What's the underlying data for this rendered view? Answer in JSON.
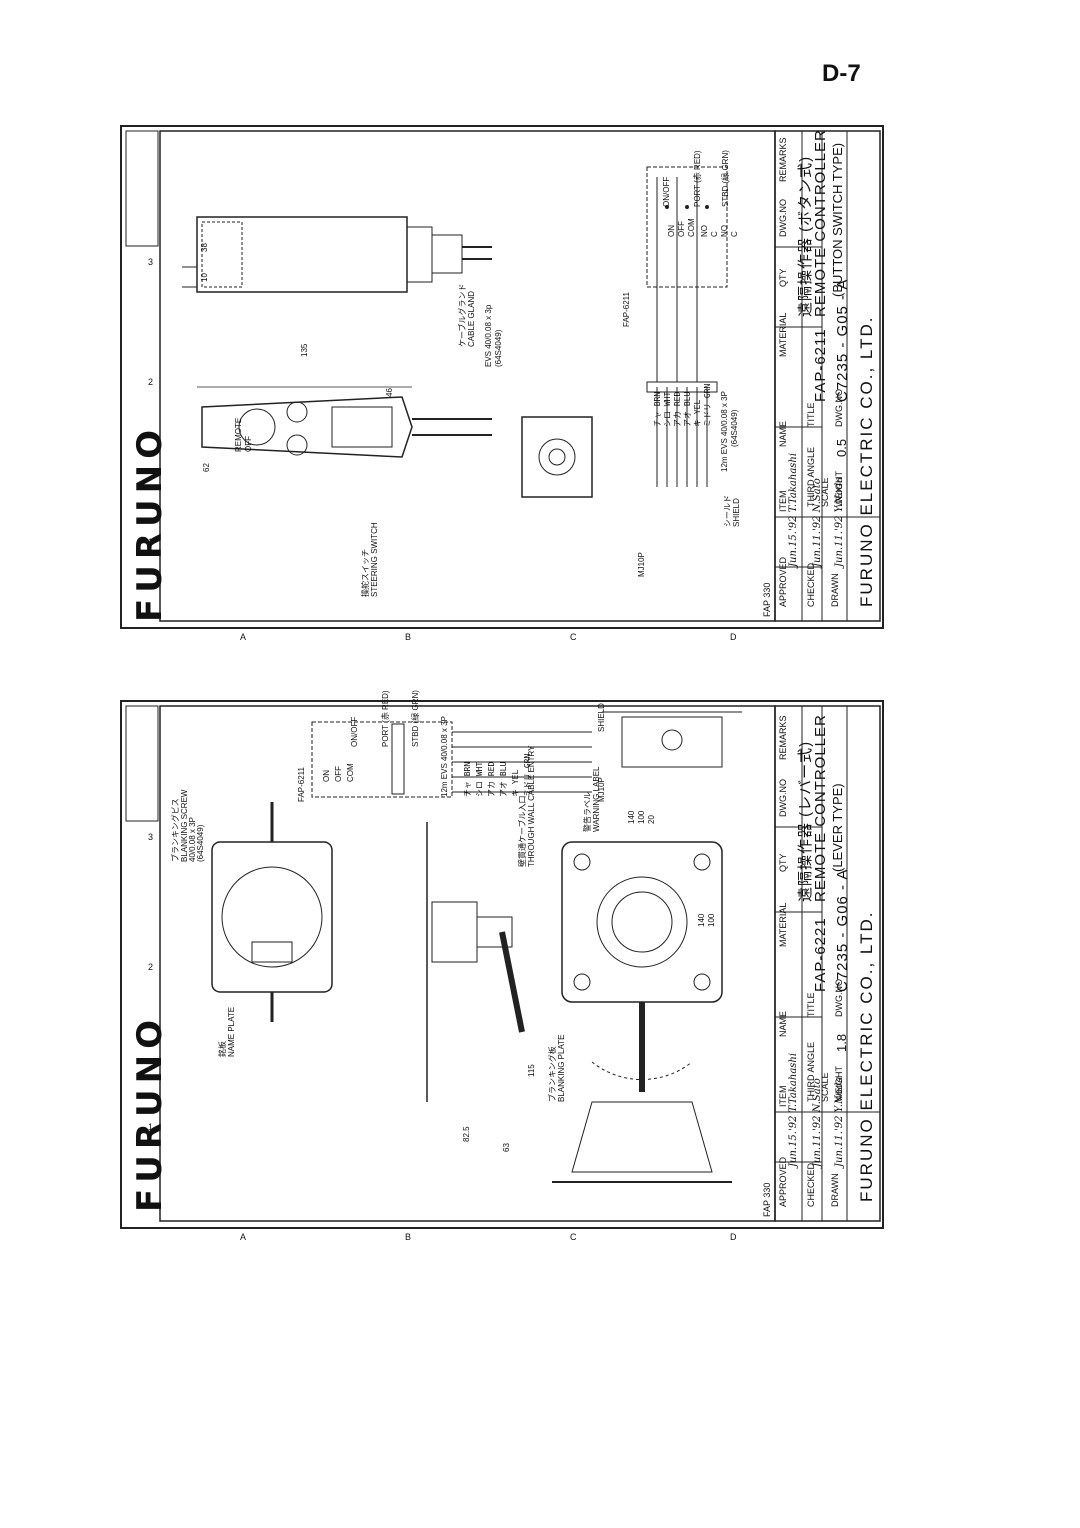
{
  "page": {
    "number": "D-7"
  },
  "top_sheet": {
    "brand": "FURUNO",
    "company": "FURUNO ELECTRIC CO., LTD.",
    "model": "FAP-6211",
    "title_jp": "遠隔操作器 (ボタン式)",
    "title_en": "REMOTE CONTROLLER",
    "subtitle": "(BUTTON SWITCH TYPE)",
    "dwg_no": "C7235 - G05 - A",
    "weight": "0.5",
    "form": "FAP 330",
    "labels": {
      "steering_switch_jp": "操舵スイッチ",
      "steering_switch": "STEERING SWITCH",
      "remote": "REMOTE",
      "off": "OFF",
      "cable_gland_jp": "ケーブルグランド",
      "cable_gland": "CABLE GLAND",
      "cable_spec": "EVS 40/0.08 x 3p",
      "cable_code": "(64S4049)",
      "connector": "MJ10P",
      "unit": "FAP-6211",
      "shield_jp": "シールド",
      "shield": "SHIELD",
      "cable_run": "12m EVS 40/0.08 x 3P",
      "cable_run_code": "(64S4049)"
    },
    "dims": [
      "10",
      "38",
      "135",
      "62",
      "46"
    ],
    "wires": [
      "チャ BRN",
      "シロ WHT",
      "アカ RED",
      "アオ BLU",
      "キ YEL",
      "ミドリ GRN"
    ],
    "switches": [
      "ON/OFF",
      "PORT (赤 RED)",
      "STBD (緑 GRN)"
    ],
    "switch_contacts": [
      "ON",
      "OFF",
      "COM",
      "NO",
      "C",
      "NO",
      "C"
    ],
    "grid_cols": [
      "1",
      "2",
      "3"
    ],
    "grid_rows": [
      "A",
      "B",
      "C",
      "D"
    ],
    "title_block": {
      "headers": [
        "ITEM",
        "NAME",
        "MATERIAL",
        "QTY",
        "DWG.NO",
        "REMARKS"
      ],
      "rows": [
        "APPROVED",
        "CHECKED",
        "DRAWN"
      ],
      "third_angle": "THIRD ANGLE",
      "scale": "SCALE",
      "weight_label": "WEIGHT",
      "title_label": "TITLE",
      "dwg_label": "DWG.NO",
      "sign_approved": "Jun.15.'92  T.Takahashi",
      "sign_checked": "Jun.11.'92  N.Sato",
      "sign_drawn": "Jun.11.'92  Y.Noda"
    }
  },
  "bottom_sheet": {
    "brand": "FURUNO",
    "company": "FURUNO ELECTRIC CO., LTD.",
    "model": "FAP-6221",
    "title_jp": "遠隔操作器 (レバー式)",
    "title_en": "REMOTE CONTROLLER",
    "subtitle": "(LEVER TYPE)",
    "dwg_no": "C7235 - G06 - A",
    "weight": "1.8",
    "form": "FAP 330",
    "labels": {
      "name_plate_jp": "銘板",
      "name_plate": "NAME PLATE",
      "blanking_screw_jp": "ブランキングビス",
      "blanking_screw": "BLANKING SCREW",
      "blanking_plate_jp": "ブランキング板",
      "blanking_plate": "BLANKING PLATE",
      "warning_label_jp": "警告ラベル",
      "warning_label": "WARNING LABEL",
      "through_wall_jp": "壁貫通ケーブル入口",
      "through_wall": "THROUGH WALL CABLE ENTRY",
      "cable_spec": "40/0.08 x 3P",
      "cable_code": "(64S4049)",
      "connector": "MJ10P",
      "unit": "FAP-6211",
      "shield": "SHIELD",
      "cable_run": "12m EVS 40/0.08 x 3P"
    },
    "dims": [
      "140",
      "100",
      "20",
      "140",
      "100",
      "115",
      "82.5",
      "63"
    ],
    "wires": [
      "チャ BRN",
      "シロ WHT",
      "アカ RED",
      "アオ BLU",
      "キ YEL",
      "ミドリ GRN"
    ],
    "switches": [
      "ON/OFF",
      "PORT (赤 RED)",
      "STBD (緑 GRN)"
    ],
    "switch_contacts": [
      "ON",
      "OFF",
      "COM"
    ],
    "grid_cols": [
      "1",
      "2",
      "3"
    ],
    "grid_rows": [
      "A",
      "B",
      "C",
      "D"
    ],
    "title_block": {
      "headers": [
        "ITEM",
        "NAME",
        "MATERIAL",
        "QTY",
        "DWG.NO",
        "REMARKS"
      ],
      "rows": [
        "APPROVED",
        "CHECKED",
        "DRAWN"
      ],
      "third_angle": "THIRD ANGLE",
      "scale": "SCALE",
      "weight_label": "WEIGHT",
      "title_label": "TITLE",
      "dwg_label": "DWG.NO",
      "sign_approved": "Jun.15.'92  T.Takahashi",
      "sign_checked": "Jun.11.'92  N.Sato",
      "sign_drawn": "Jun.11.'92  Y.Noda"
    }
  }
}
